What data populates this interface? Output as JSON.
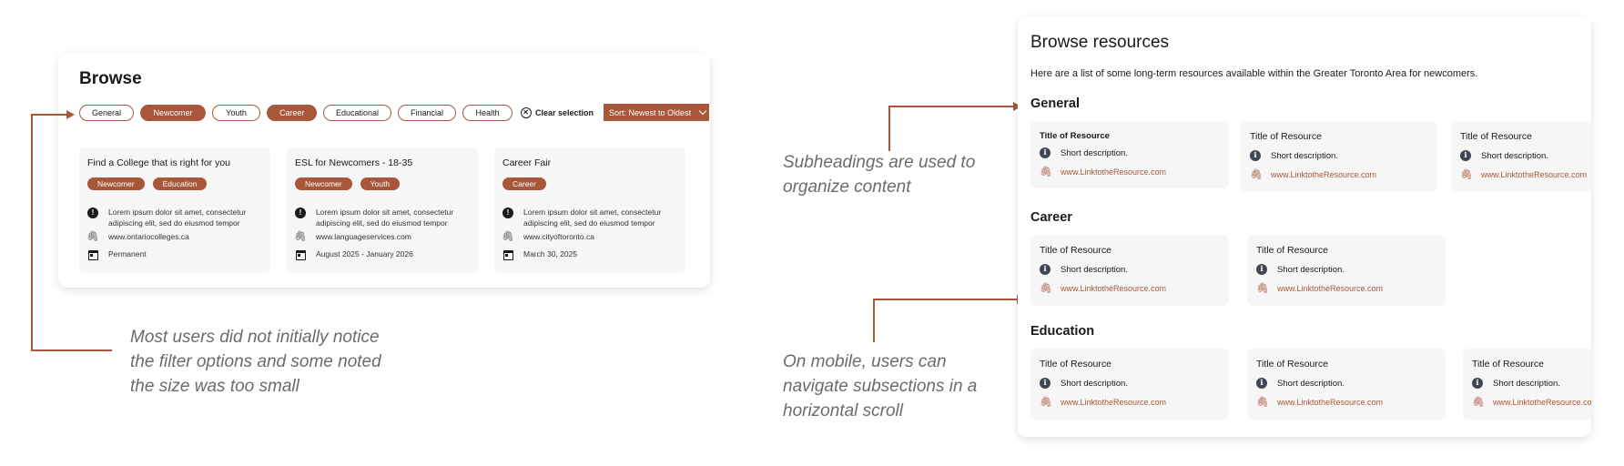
{
  "browse": {
    "title": "Browse",
    "filters": [
      {
        "label": "General",
        "active": false
      },
      {
        "label": "Newcomer",
        "active": true
      },
      {
        "label": "Youth",
        "active": false
      },
      {
        "label": "Career",
        "active": true
      },
      {
        "label": "Educational",
        "active": false
      },
      {
        "label": "Financial",
        "active": false
      },
      {
        "label": "Health",
        "active": false
      }
    ],
    "clear_label": "Clear selection",
    "sort_label": "Sort: Newest to Oldest",
    "cards": [
      {
        "title": "Find a College that is right for you",
        "tags": [
          "Newcomer",
          "Education"
        ],
        "description_line1": "Lorem ipsum dolor sit amet, consectetur",
        "description_line2": "adipiscing elit, sed do eiusmod tempor",
        "link": "www.ontariocolleges.ca",
        "date": "Permanent"
      },
      {
        "title": "ESL for Newcomers - 18-35",
        "tags": [
          "Newcomer",
          "Youth"
        ],
        "description_line1": "Lorem ipsum dolor sit amet, consectetur",
        "description_line2": "adipiscing elit, sed do eiusmod tempor",
        "link": "www.languageservices.com",
        "date": "August 2025 - January 2026"
      },
      {
        "title": "Career Fair",
        "tags": [
          "Career"
        ],
        "description_line1": "Lorem ipsum dolor sit amet, consectetur",
        "description_line2": "adipiscing elit, sed do eiusmod tempor",
        "link": "www.cityoftoronto.ca",
        "date": "March 30, 2025"
      }
    ]
  },
  "annotations": {
    "filters_line1": "Most users did not initially notice",
    "filters_line2": "the filter options and some noted",
    "filters_line3": "the size was too small",
    "subheadings_line1": "Subheadings are used to",
    "subheadings_line2": "organize content",
    "mobile_line1": "On mobile, users can",
    "mobile_line2": "navigate subsections in a",
    "mobile_line3": "horizontal scroll"
  },
  "mobile": {
    "title": "Browse resources",
    "intro": "Here are a list of some long-term resources available within the Greater Toronto Area for newcomers.",
    "resource_title": "Title of Resource",
    "short_description": "Short description.",
    "link": "www.LinktotheResource.com",
    "link_cut": "www.LinktotheResource.com",
    "sections": [
      {
        "heading": "General"
      },
      {
        "heading": "Career"
      },
      {
        "heading": "Education"
      }
    ]
  },
  "colors": {
    "accent": "#a9573a",
    "card_bg": "#f6f6f6",
    "info_icon": "#3f4753"
  }
}
